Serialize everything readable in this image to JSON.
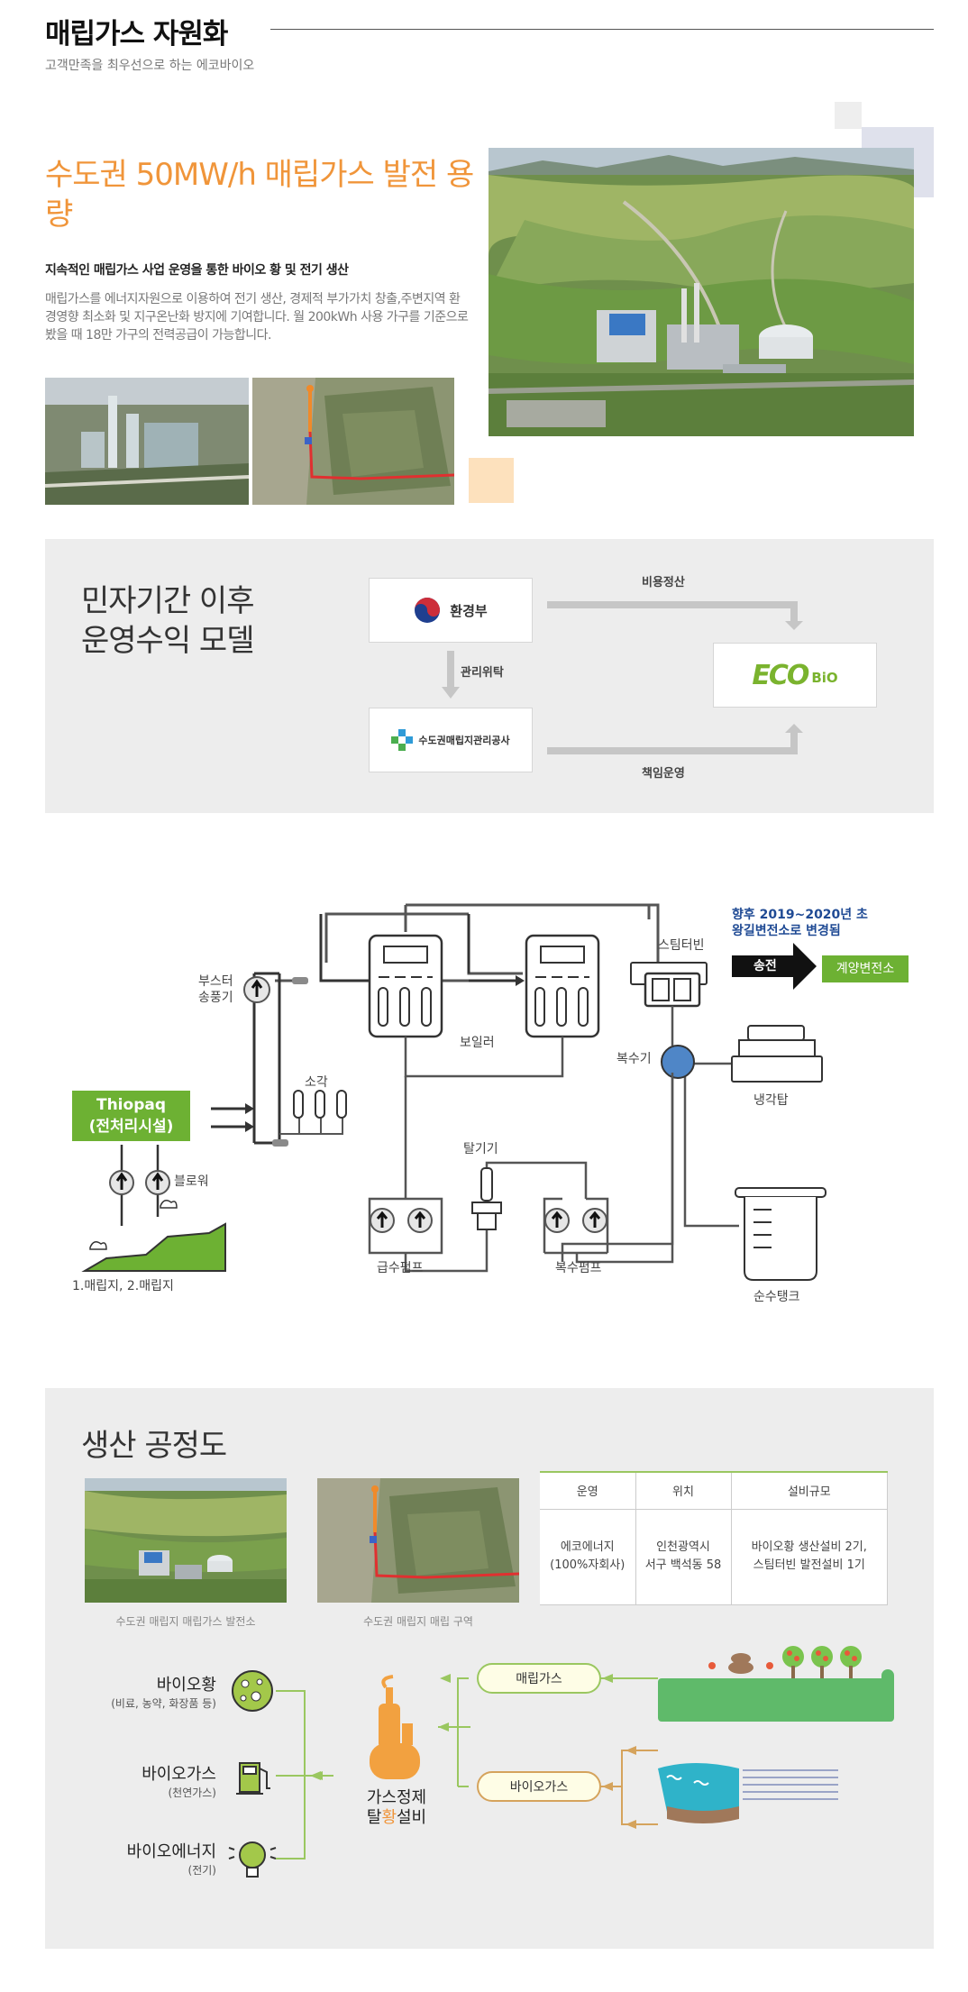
{
  "header": {
    "title": "매립가스 자원화",
    "subtitle": "고객만족을 최우선으로 하는 에코바이오"
  },
  "hero": {
    "title": "수도권 50MW/h 매립가스 발전 용량",
    "lead": "지속적인 매립가스 사업 운영을 통한 바이오 황 및 전기 생산",
    "description": "매립가스를 에너지자원으로 이용하여 전기 생산, 경제적 부가가치 창출,주변지역 환경영향 최소화 및 지구온난화 방지에 기여합니다. 월 200kWh 사용 가구를 기준으로 봤을 때 18만 가구의 전력공급이 가능합니다."
  },
  "model": {
    "title_line1": "민자기간 이후",
    "title_line2": "운영수익 모델",
    "ministry": "환경부",
    "corporation": "수도권매립지관리공사",
    "ecobio_main": "ECO",
    "ecobio_sub": "BiO",
    "arrow_cost": "비용정산",
    "arrow_entrust": "관리위탁",
    "arrow_operate": "책임운영"
  },
  "process": {
    "notice_line1": "향후 2019~2020년 초",
    "notice_line2": "왕길변전소로 변경됨",
    "transmission": "송전",
    "substation": "계양변전소",
    "steam_turbine": "스팀터빈",
    "booster_line1": "부스터",
    "booster_line2": "송풍기",
    "boiler": "보일러",
    "condenser": "복수기",
    "cooling_tower": "냉각탑",
    "incinerator": "소각",
    "thiopaq_line1": "Thiopaq",
    "thiopaq_line2": "(전처리시설)",
    "blower": "블로워",
    "landfill": "1.매립지, 2.매립지",
    "deaerator": "탈기기",
    "feed_pump": "급수펌프",
    "condensate_pump": "복수펌프",
    "pure_tank": "순수탱크"
  },
  "production": {
    "title": "생산 공정도",
    "caption_plant": "수도권 매립지 매립가스 발전소",
    "caption_area": "수도권 매립지 매립 구역",
    "table": {
      "headers": [
        "운영",
        "위치",
        "설비규모"
      ],
      "cells": [
        [
          "에코에너지",
          "(100%자회사)"
        ],
        [
          "인천광역시",
          "서구 백석동 58"
        ],
        [
          "바이오황 생산설비 2기,",
          "스팀터빈 발전설비 1기"
        ]
      ]
    },
    "outputs": [
      {
        "name": "바이오황",
        "sub": "(비료, 농약, 화장품 등)"
      },
      {
        "name": "바이오가스",
        "sub": "(천연가스)"
      },
      {
        "name": "바이오에너지",
        "sub": "(전기)"
      }
    ],
    "facility_line1": "가스정제",
    "facility_line2_a": "탈",
    "facility_line2_b": "황",
    "facility_line2_c": "설비",
    "landfill_gas": "매립가스",
    "biogas": "바이오가스"
  },
  "colors": {
    "orange": "#f0953a",
    "green": "#6db133",
    "panel_gray": "#ededed"
  }
}
